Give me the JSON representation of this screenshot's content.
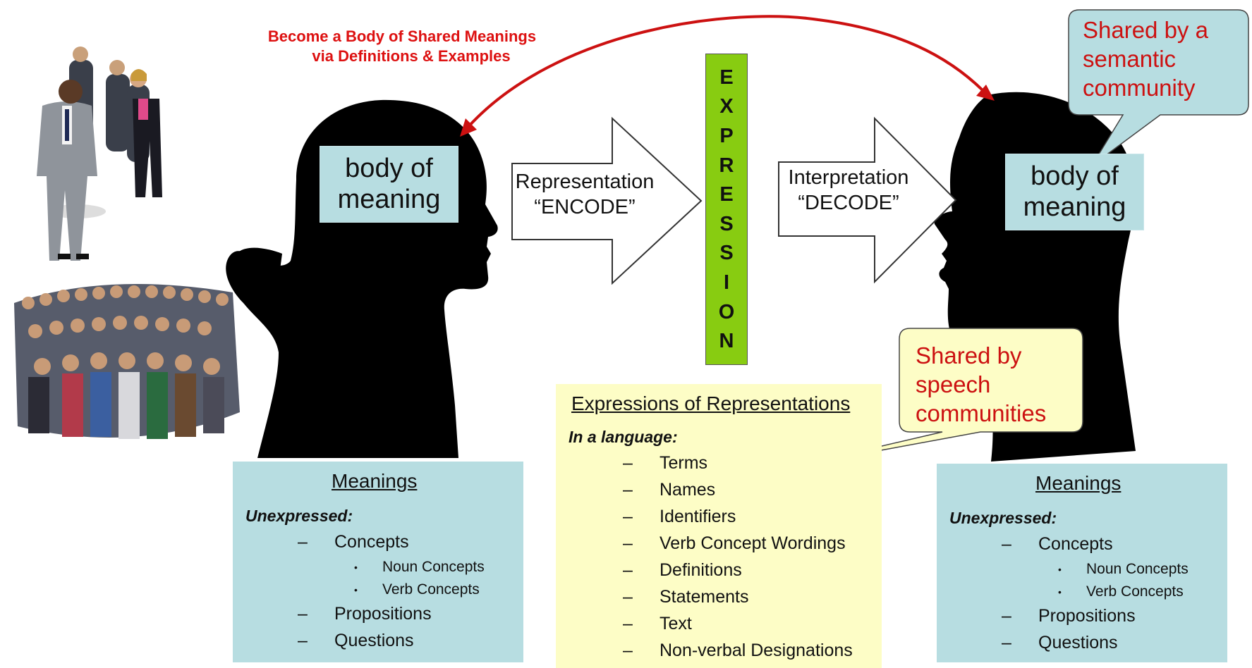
{
  "top_label": {
    "line1": "Become a Body of Shared Meanings",
    "line2": "via Definitions & Examples"
  },
  "left_head": {
    "line1": "body of",
    "line2": "meaning"
  },
  "right_head": {
    "line1": "body of",
    "line2": "meaning"
  },
  "encode_arrow": {
    "line1": "Representation",
    "line2": "“ENCODE”"
  },
  "decode_arrow": {
    "line1": "Interpretation",
    "line2": "“DECODE”"
  },
  "expression_letters": [
    "E",
    "X",
    "P",
    "R",
    "E",
    "S",
    "S",
    "I",
    "O",
    "N"
  ],
  "callout_semantic": {
    "line1": "Shared by a",
    "line2": "semantic",
    "line3": "community"
  },
  "callout_speech": {
    "line1": "Shared by",
    "line2": "speech",
    "line3": "communities"
  },
  "left_meanings": {
    "title": "Meanings",
    "subtitle": "Unexpressed:",
    "items": [
      "Concepts",
      "Propositions",
      "Questions"
    ],
    "subitems": [
      "Noun Concepts",
      "Verb Concepts"
    ],
    "dash": "–",
    "bullet": "•"
  },
  "right_meanings": {
    "title": "Meanings",
    "subtitle": "Unexpressed:",
    "items": [
      "Concepts",
      "Propositions",
      "Questions"
    ],
    "subitems": [
      "Noun Concepts",
      "Verb Concepts"
    ],
    "dash": "–",
    "bullet": "•"
  },
  "expressions_panel": {
    "title": "Expressions of Representations",
    "subtitle": "In a language:",
    "dash": "–",
    "items": [
      "Terms",
      "Names",
      "Identifiers",
      "Verb Concept Wordings",
      "Definitions",
      "Statements",
      "Text",
      "Non-verbal Designations"
    ]
  },
  "colors": {
    "head_silhouette": "#000000",
    "head_box": "#b7dde1",
    "meanings_panel": "#b7dde1",
    "expressions_panel": "#fdfdc6",
    "expression_bar": "#88cc11",
    "curved_arrow": "#cc1111",
    "callout_semantic_fill": "#b7dde1",
    "callout_speech_fill": "#fdfdc6",
    "callout_text": "#cc1111"
  }
}
